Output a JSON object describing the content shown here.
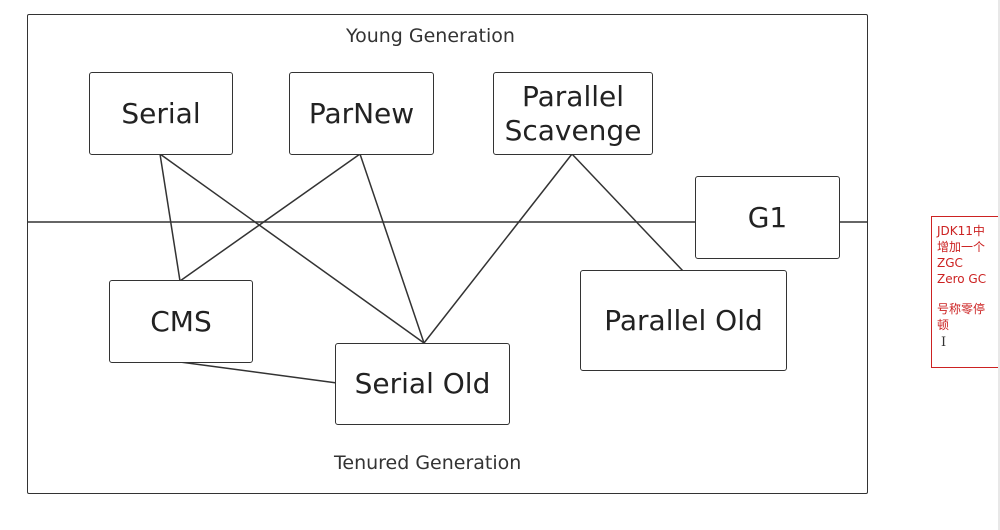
{
  "diagram": {
    "young_label": "Young Generation",
    "tenured_label": "Tenured Generation",
    "nodes": {
      "serial": "Serial",
      "parnew": "ParNew",
      "parallel_scavenge": "Parallel\nScavenge",
      "g1": "G1",
      "cms": "CMS",
      "serial_old": "Serial Old",
      "parallel_old": "Parallel Old"
    },
    "connections": [
      [
        "Serial",
        "CMS"
      ],
      [
        "Serial",
        "Serial Old"
      ],
      [
        "ParNew",
        "CMS"
      ],
      [
        "ParNew",
        "Serial Old"
      ],
      [
        "Parallel Scavenge",
        "Serial Old"
      ],
      [
        "Parallel Scavenge",
        "Parallel Old"
      ],
      [
        "CMS",
        "Serial Old"
      ]
    ]
  },
  "note": {
    "line1": "JDK11中",
    "line2": "增加一个",
    "line3": "ZGC",
    "line4": "Zero GC",
    "line5": "号称零停",
    "line6": "顿"
  },
  "colors": {
    "stroke": "#333333",
    "note_red": "#cc2222",
    "background": "#ffffff"
  }
}
